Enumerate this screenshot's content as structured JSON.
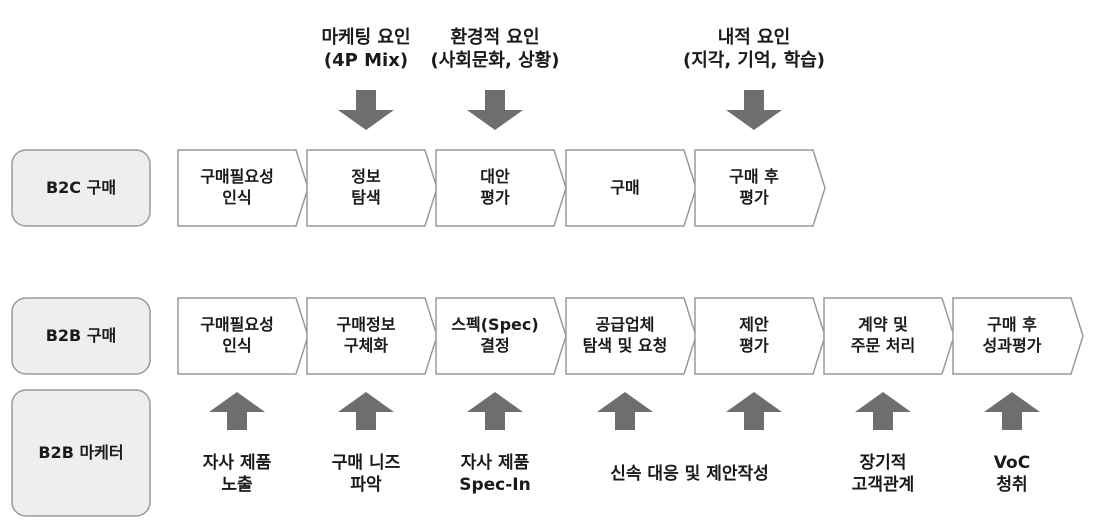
{
  "colors": {
    "box_fill": "#ffffff",
    "box_stroke": "#9a9a9a",
    "label_fill": "#eeeeee",
    "arrow": "#6e6e6e",
    "text": "#1a1a1a"
  },
  "factors": [
    {
      "lines": [
        "마케팅 요인",
        "(4P Mix)"
      ]
    },
    {
      "lines": [
        "환경적 요인",
        "(사회문화, 상황)"
      ]
    },
    {
      "lines": [
        "내적 요인",
        "(지각, 기억, 학습)"
      ]
    }
  ],
  "rows": {
    "b2c_label": "B2C 구매",
    "b2b_label": "B2B 구매",
    "marketer_label": "B2B 마케터"
  },
  "b2c_steps": [
    {
      "lines": [
        "구매필요성",
        "인식"
      ]
    },
    {
      "lines": [
        "정보",
        "탐색"
      ]
    },
    {
      "lines": [
        "대안",
        "평가"
      ]
    },
    {
      "lines": [
        "구매"
      ]
    },
    {
      "lines": [
        "구매 후",
        "평가"
      ]
    }
  ],
  "b2b_steps": [
    {
      "lines": [
        "구매필요성",
        "인식"
      ]
    },
    {
      "lines": [
        "구매정보",
        "구체화"
      ]
    },
    {
      "lines": [
        "스펙(Spec)",
        "결정"
      ]
    },
    {
      "lines": [
        "공급업체",
        "탐색 및 요청"
      ]
    },
    {
      "lines": [
        "제안",
        "평가"
      ]
    },
    {
      "lines": [
        "계약 및",
        "주문 처리"
      ]
    },
    {
      "lines": [
        "구매 후",
        "성과평가"
      ]
    }
  ],
  "marketer_actions": [
    {
      "lines": [
        "자사 제품",
        "노출"
      ]
    },
    {
      "lines": [
        "구매 니즈",
        "파악"
      ]
    },
    {
      "lines": [
        "자사 제품",
        "Spec-In"
      ]
    },
    {
      "lines": [
        "신속 대응 및 제안작성"
      ]
    },
    {
      "lines": [
        "장기적",
        "고객관계"
      ]
    },
    {
      "lines": [
        "VoC",
        "청취"
      ]
    }
  ]
}
